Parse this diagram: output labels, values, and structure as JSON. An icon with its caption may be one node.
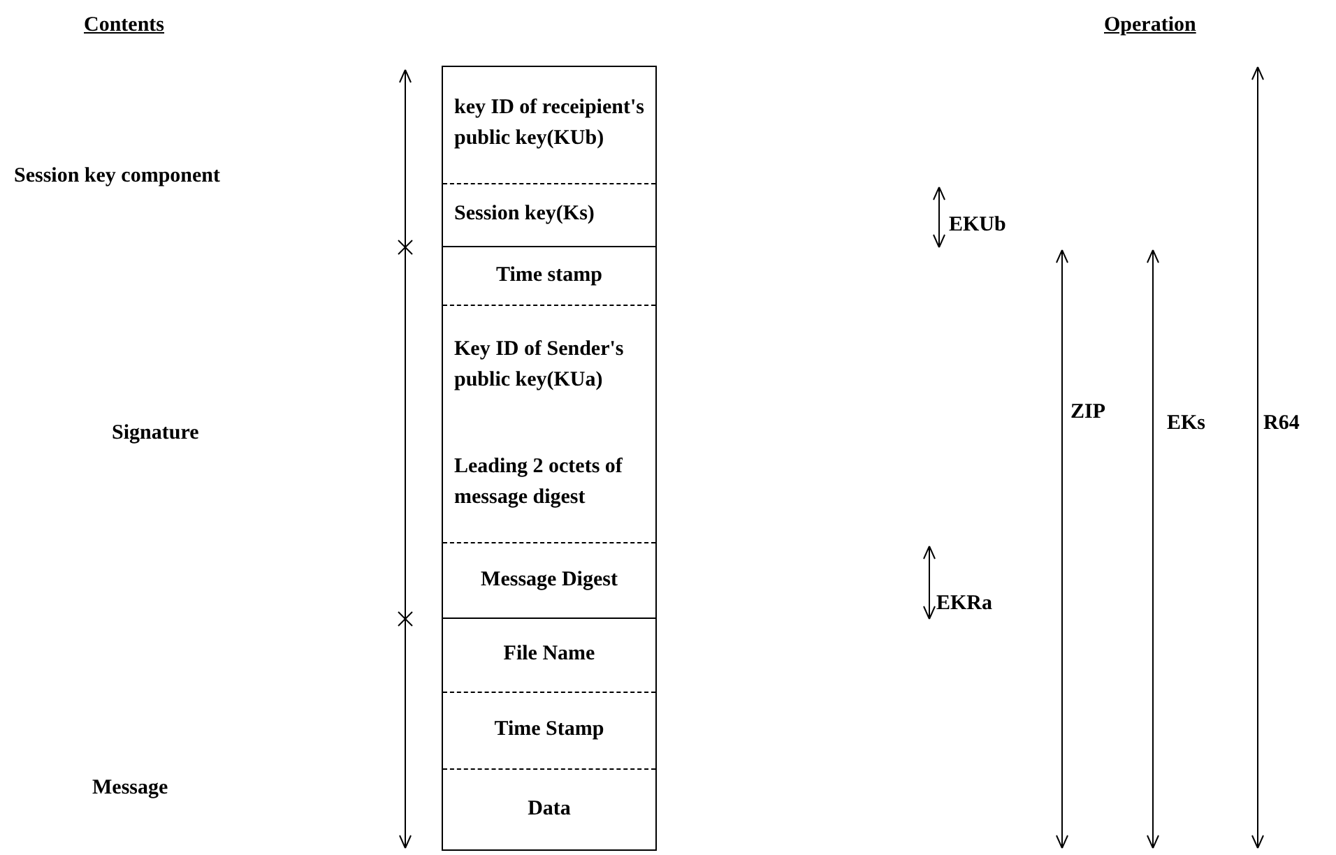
{
  "diagram": {
    "nodes": [
      {
        "text": [],
        "shape": "box"
      },
      {
        "text": [
          "key ID of receipient's public key(KUb)"
        ],
        "in": 0
      },
      {
        "text": [
          "Session key(Ks)"
        ],
        "in": 0
      },
      {
        "text": [
          "Time stamp"
        ],
        "in": 0
      },
      {
        "text": [
          "Key ID of Sender's public key(KUa)"
        ],
        "in": 0
      },
      {
        "text": [
          "Leading 2 octets of message digest"
        ],
        "in": 0
      },
      {
        "text": [
          "Message Digest"
        ],
        "in": 0
      },
      {
        "text": [
          "File Name"
        ],
        "in": 0
      },
      {
        "text": [
          "Time Stamp"
        ],
        "in": 0
      },
      {
        "text": [
          "Data"
        ],
        "in": 0
      }
    ],
    "labels": [
      "Contents",
      "Operation",
      "Session key component",
      "EKUb",
      "ZIP",
      "EKs",
      "R64",
      "Signature",
      "EKRa",
      "Message"
    ]
  }
}
